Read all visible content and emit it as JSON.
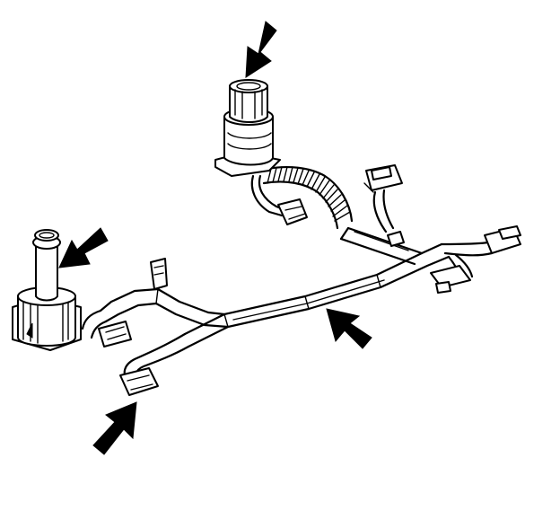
{
  "diagram": {
    "subject": "transmission-wiring-harness",
    "colors": {
      "ink": "#000000",
      "background": "#ffffff"
    },
    "callouts": [
      {
        "id": "arrow-top-connector",
        "icon": "arrow-down-left-icon"
      },
      {
        "id": "arrow-left-solenoid",
        "icon": "arrow-down-left-icon"
      },
      {
        "id": "arrow-harness",
        "icon": "arrow-up-left-icon"
      },
      {
        "id": "arrow-bottom-connector",
        "icon": "arrow-up-right-icon"
      }
    ]
  }
}
